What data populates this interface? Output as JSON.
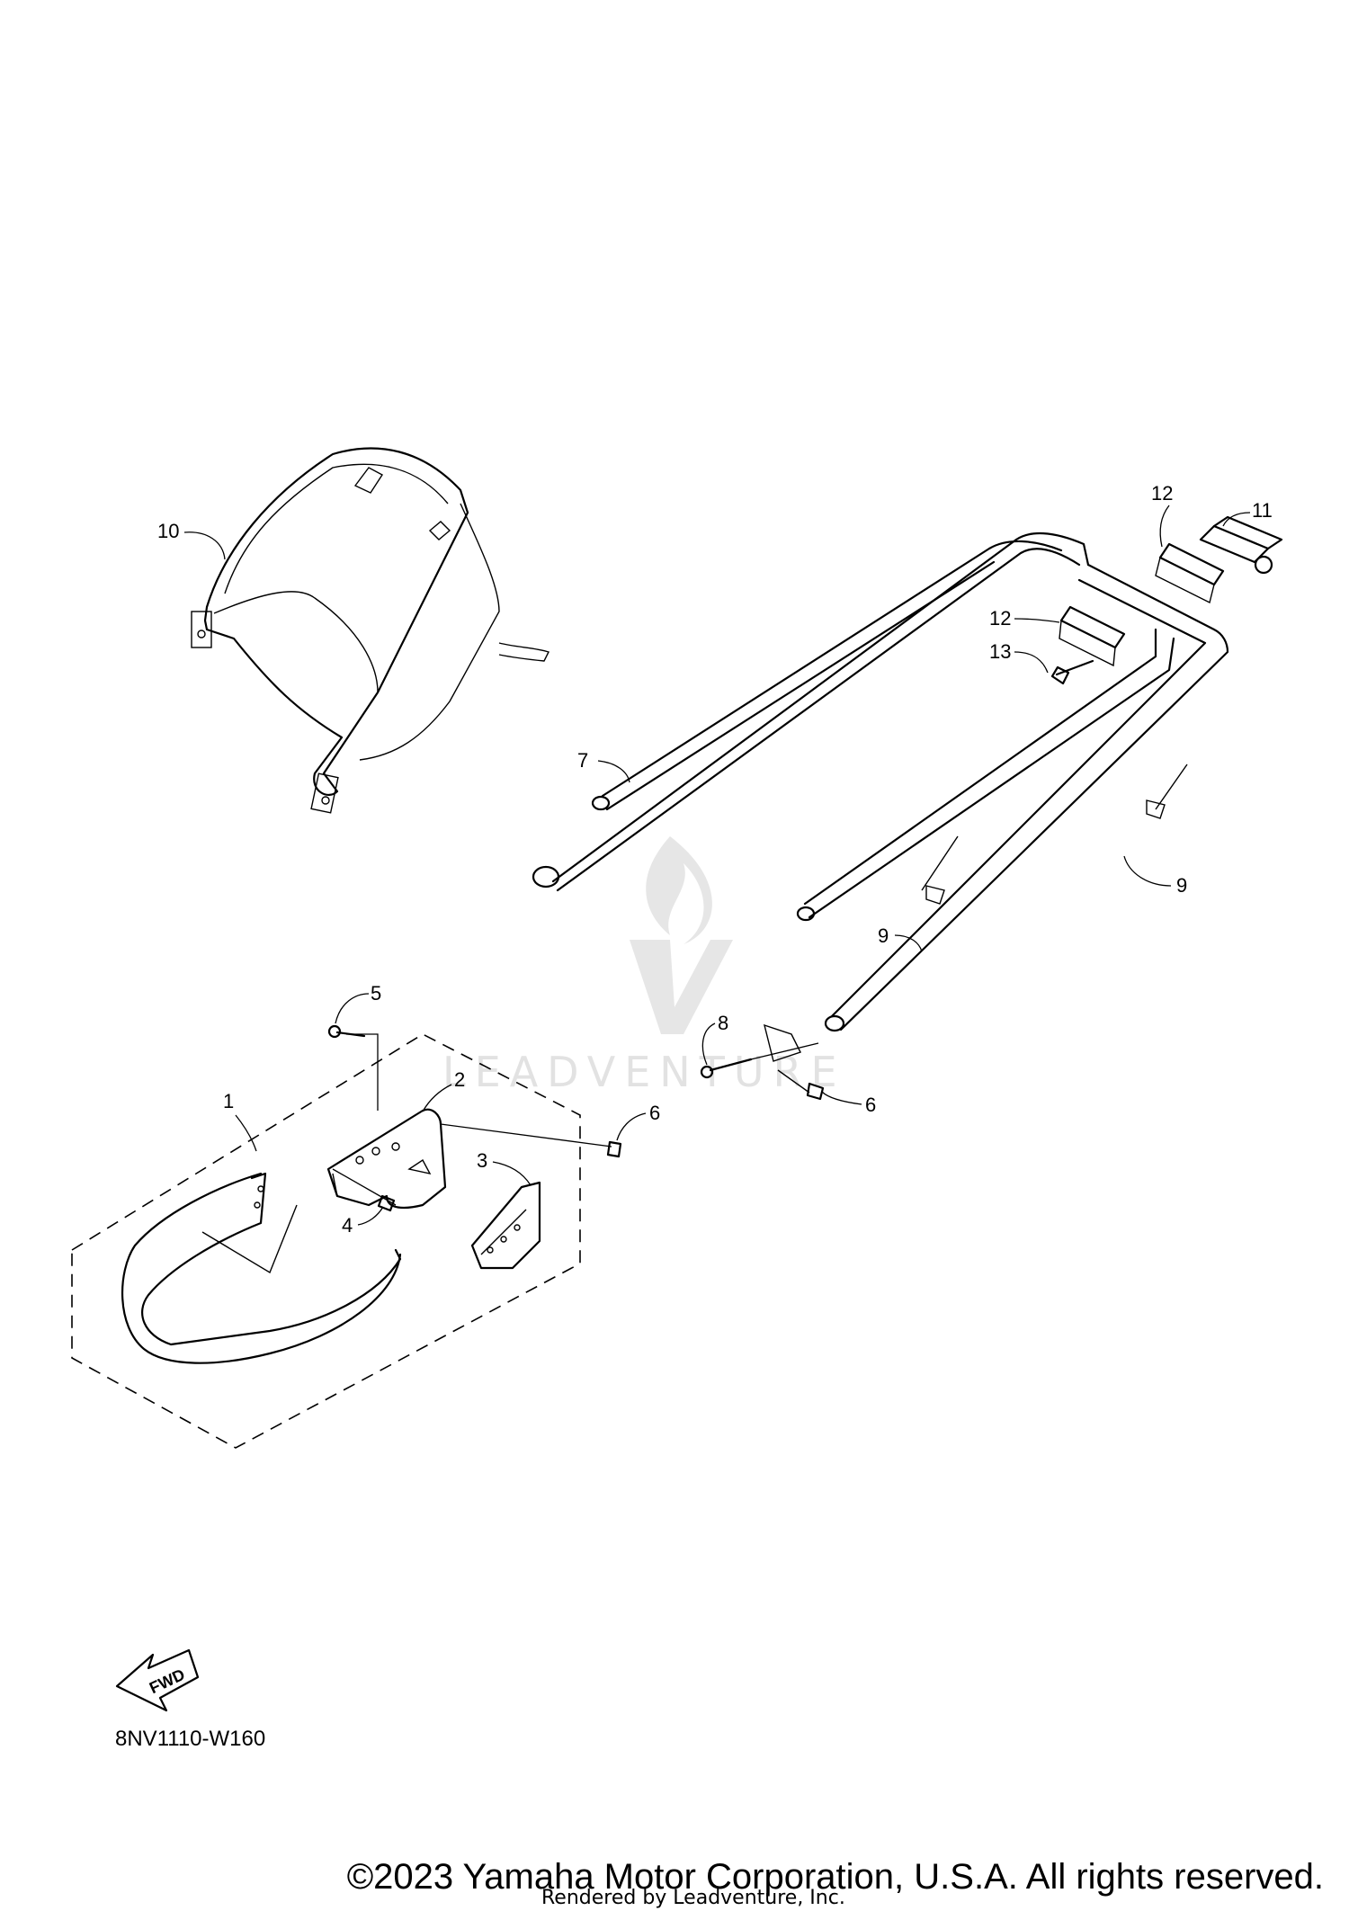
{
  "diagram_code": "8NV1110-W160",
  "fwd_label": "FWD",
  "copyright": "©2023 Yamaha Motor Corporation, U.S.A. All rights reserved.",
  "rendered_by": "Rendered by Leadventure, Inc.",
  "watermark": "LEADVENTURE",
  "callouts": [
    "1",
    "2",
    "3",
    "4",
    "5",
    "6",
    "6",
    "7",
    "8",
    "9",
    "9",
    "10",
    "11",
    "12",
    "12",
    "13"
  ]
}
